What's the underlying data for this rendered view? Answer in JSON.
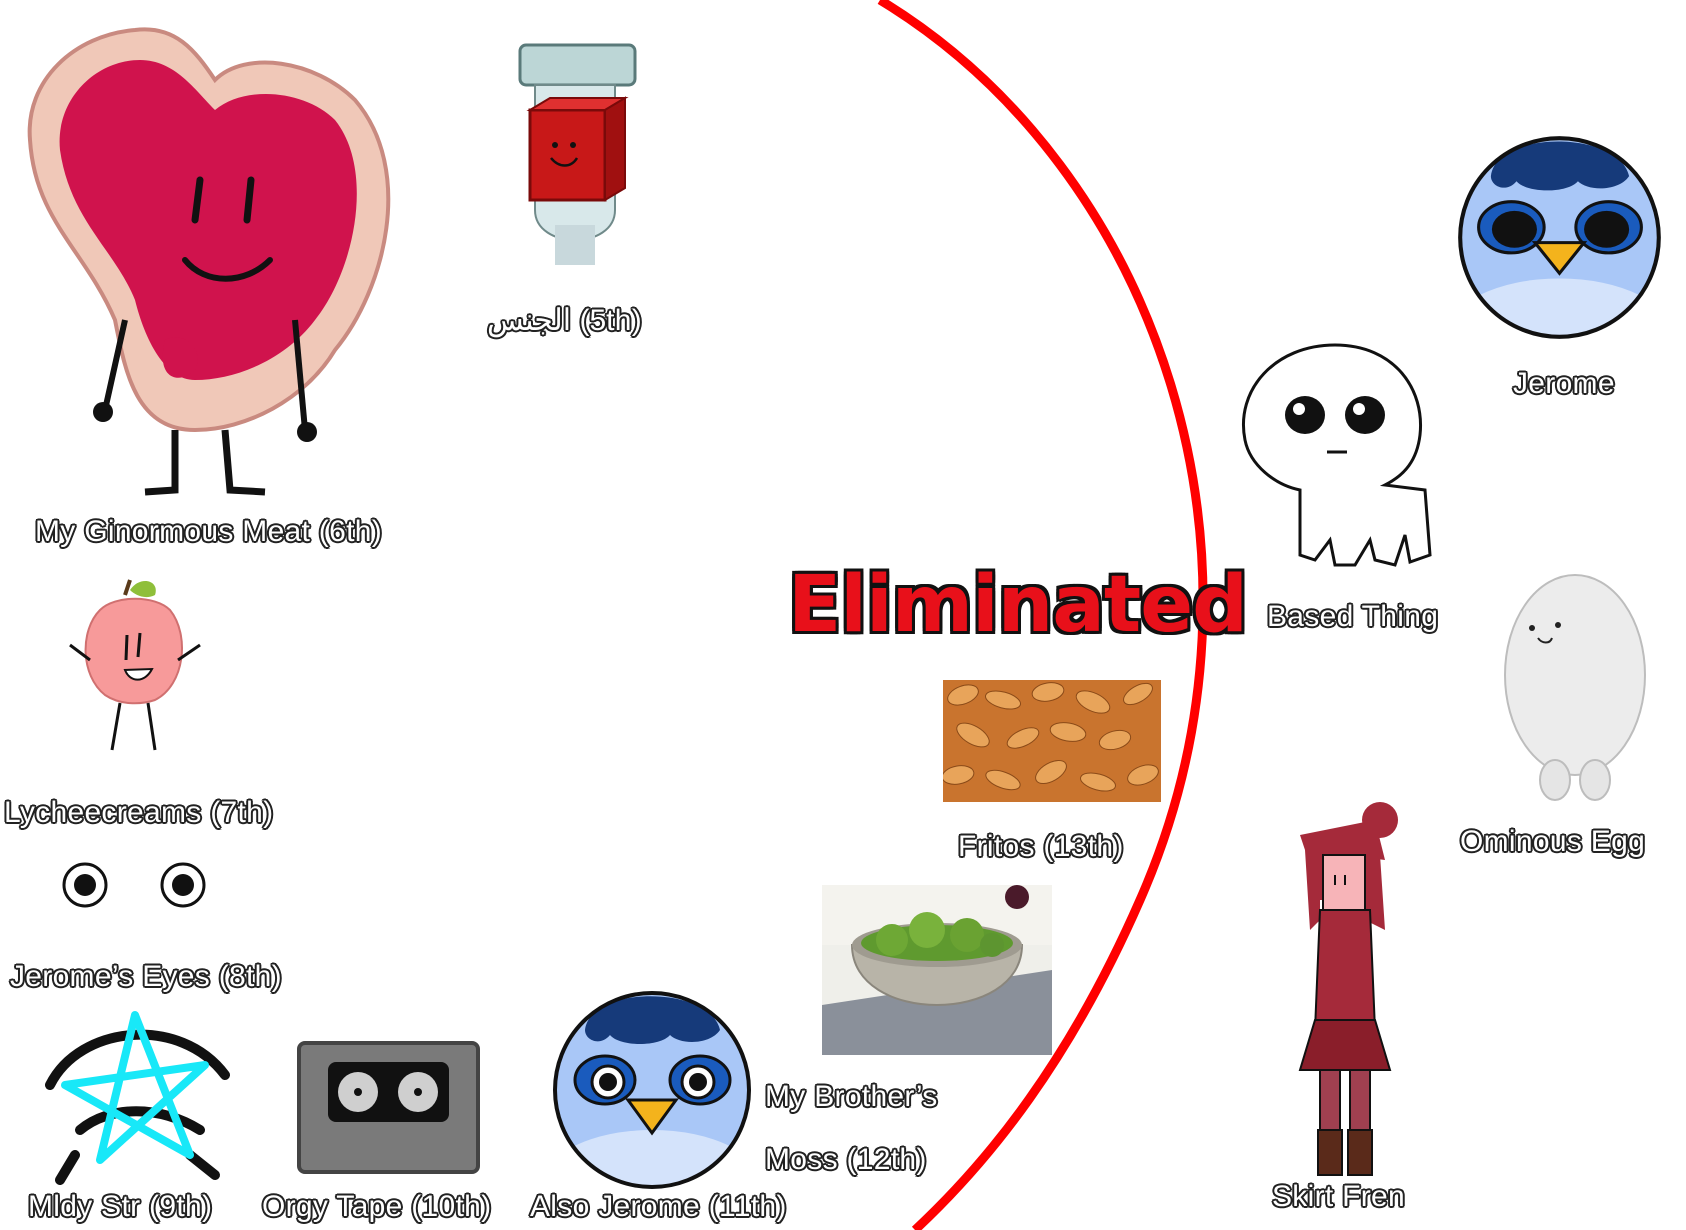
{
  "heading": {
    "text": "Eliminated",
    "color": "#e8101a"
  },
  "divider_color": "#ff0000",
  "contestants_remaining": [
    {
      "name": "Jerome"
    },
    {
      "name": "Based Thing"
    },
    {
      "name": "Ominous Egg"
    },
    {
      "name": "Skirt Fren"
    }
  ],
  "contestants_eliminated": [
    {
      "name": "الجنس (5th)"
    },
    {
      "name": "My Ginormous Meat (6th)"
    },
    {
      "name": "Lycheecreams (7th)"
    },
    {
      "name": "Jerome’s Eyes (8th)"
    },
    {
      "name": "Mldy Str (9th)"
    },
    {
      "name": "Orgy Tape (10th)"
    },
    {
      "name": "Also Jerome (11th)"
    },
    {
      "name": "My Brother’s",
      "name_line2": "Moss (12th)"
    },
    {
      "name": "Fritos (13th)"
    }
  ],
  "colors": {
    "meat": "#d0134d",
    "meat_rim": "#f0c8b8",
    "penguin_bg": "#a9c7f7",
    "penguin_hair": "#163a7a",
    "beak": "#f4b31c",
    "star": "#18e8f8",
    "cube": "#c81818",
    "tape": "#7a7a7a",
    "lychee": "#f79a9a",
    "skirt_fren": "#a52a3a",
    "fritos": "#d9843a",
    "moss": "#5f9a2f"
  }
}
